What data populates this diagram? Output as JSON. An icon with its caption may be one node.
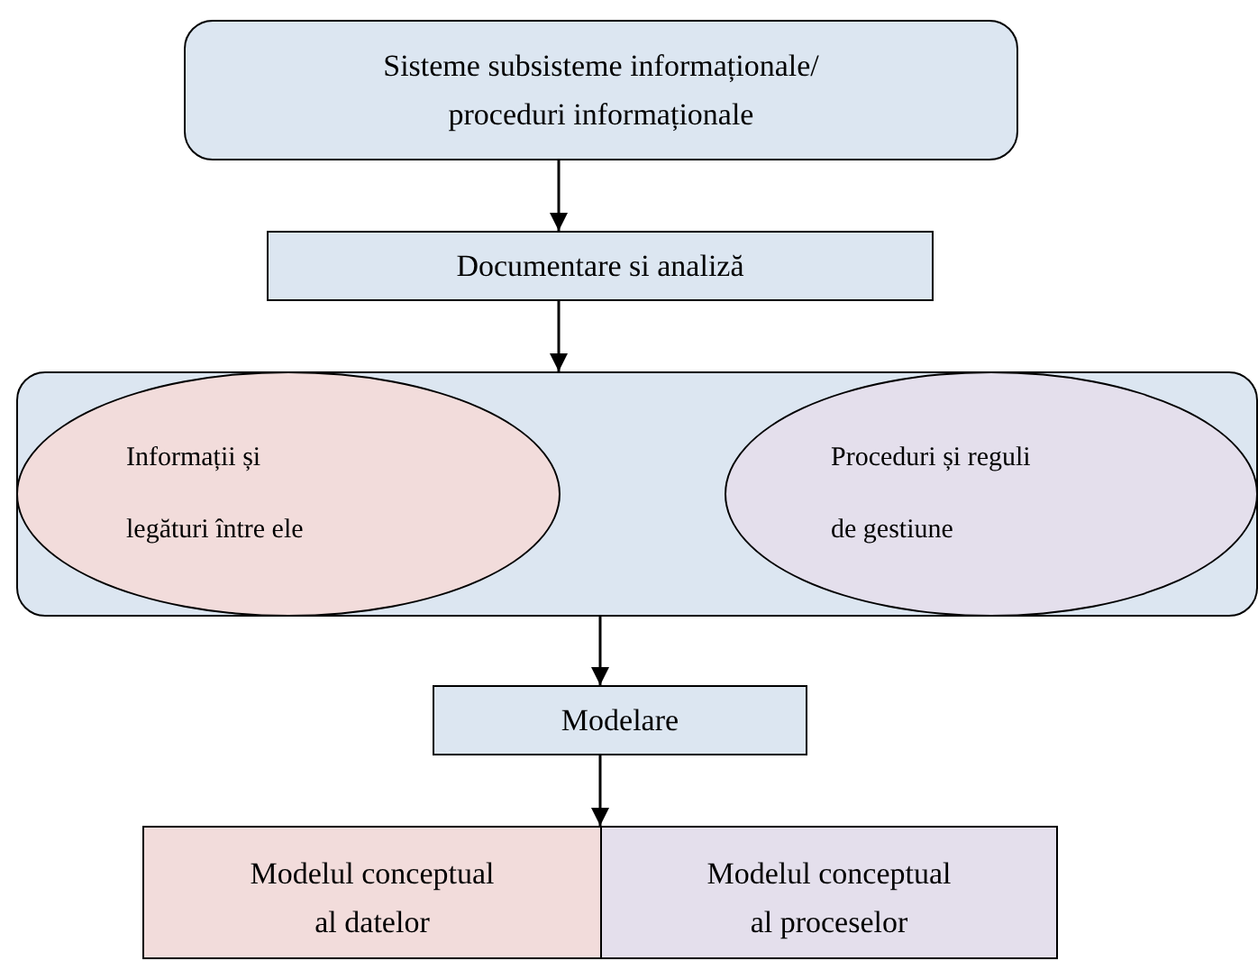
{
  "diagram": {
    "nodes": [
      {
        "text": [
          "Sisteme  subsisteme informaționale/ proceduri informaționale"
        ]
      },
      {
        "text": [
          "Documentare si analiză"
        ]
      },
      {
        "text": [],
        "shape": "box"
      },
      {
        "text": [
          "Informații și legături între ele"
        ],
        "in": 2
      },
      {
        "text": [
          "Proceduri și reguli de gestiune"
        ],
        "in": 2
      },
      {
        "text": [
          "Modelare"
        ]
      },
      {
        "text": [
          "Modelul conceptual al datelor"
        ]
      },
      {
        "text": [
          "Modelul conceptual al proceselor"
        ]
      }
    ],
    "edges": [
      {
        "from": 0,
        "to": 1,
        "arrow": "to"
      },
      {
        "from": 1,
        "to": 2,
        "arrow": "to"
      },
      {
        "from": 2,
        "to": 5,
        "arrow": "to"
      },
      {
        "from": 5,
        "to": 6,
        "arrow": "to"
      },
      {
        "from": 5,
        "to": 7,
        "arrow": "to"
      }
    ]
  }
}
